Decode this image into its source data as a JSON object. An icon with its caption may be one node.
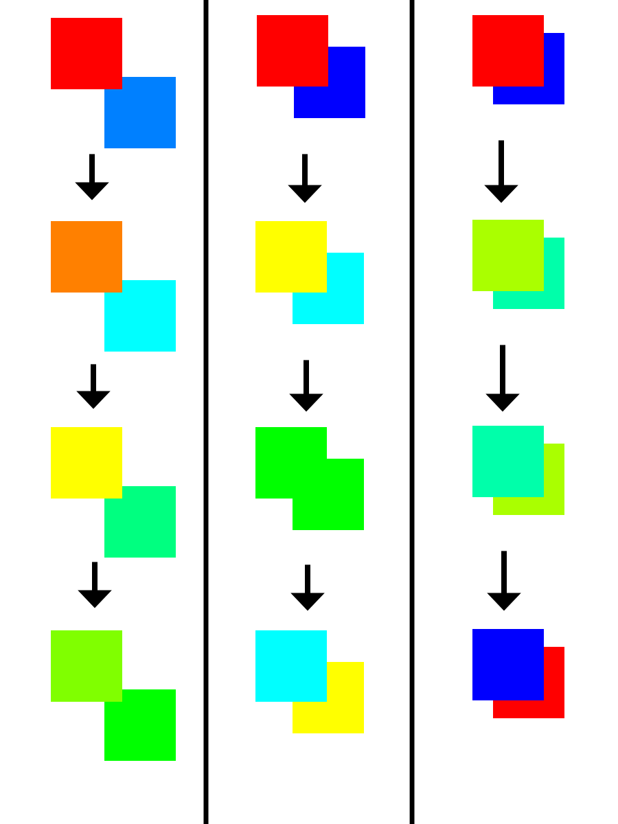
{
  "diagram": {
    "nodes": [
      {
        "text": [],
        "shape": "box"
      },
      {
        "text": [],
        "shape": "box"
      },
      {
        "text": [],
        "shape": "box"
      },
      {
        "text": [],
        "shape": "box"
      },
      {
        "text": [],
        "shape": "box"
      },
      {
        "text": [],
        "shape": "box"
      },
      {
        "text": [],
        "shape": "box"
      },
      {
        "text": [],
        "shape": "box"
      },
      {
        "text": [],
        "shape": "box"
      },
      {
        "text": [],
        "shape": "box"
      },
      {
        "text": [],
        "shape": "box"
      },
      {
        "text": [],
        "shape": "box"
      },
      {
        "text": [],
        "shape": "box"
      },
      {
        "text": [],
        "shape": "box"
      },
      {
        "text": [],
        "shape": "box"
      },
      {
        "text": [],
        "shape": "box"
      },
      {
        "text": [],
        "shape": "box"
      },
      {
        "text": [],
        "shape": "box"
      },
      {
        "text": [],
        "shape": "box"
      },
      {
        "text": [],
        "shape": "box"
      },
      {
        "text": [],
        "shape": "box"
      },
      {
        "text": [],
        "shape": "box"
      },
      {
        "text": [],
        "shape": "box"
      },
      {
        "text": [],
        "shape": "box"
      }
    ],
    "edges": [
      {
        "from": 1,
        "to": 2,
        "arrow": "to"
      },
      {
        "from": 3,
        "to": 4,
        "arrow": "to"
      },
      {
        "from": 5,
        "to": 6,
        "arrow": "to"
      },
      {
        "from": 9,
        "to": 10,
        "arrow": "to"
      },
      {
        "from": 11,
        "to": 12,
        "arrow": "to"
      },
      {
        "from": 13,
        "to": 14,
        "arrow": "to"
      },
      {
        "from": 17,
        "to": 18,
        "arrow": "to"
      },
      {
        "from": 19,
        "to": 20,
        "arrow": "to"
      },
      {
        "from": 21,
        "to": 22,
        "arrow": "to"
      }
    ]
  }
}
